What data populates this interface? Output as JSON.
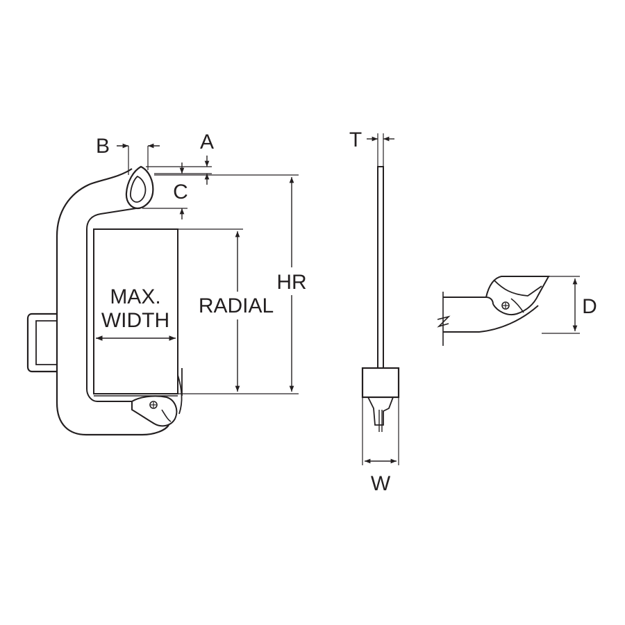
{
  "labels": {
    "b": "B",
    "a": "A",
    "c": "C",
    "max_width_line1": "MAX.",
    "max_width_line2": "WIDTH",
    "radial": "RADIAL",
    "hr": "HR",
    "t": "T",
    "w": "W",
    "d": "D"
  },
  "colors": {
    "line": "#231f20",
    "background": "#ffffff"
  }
}
